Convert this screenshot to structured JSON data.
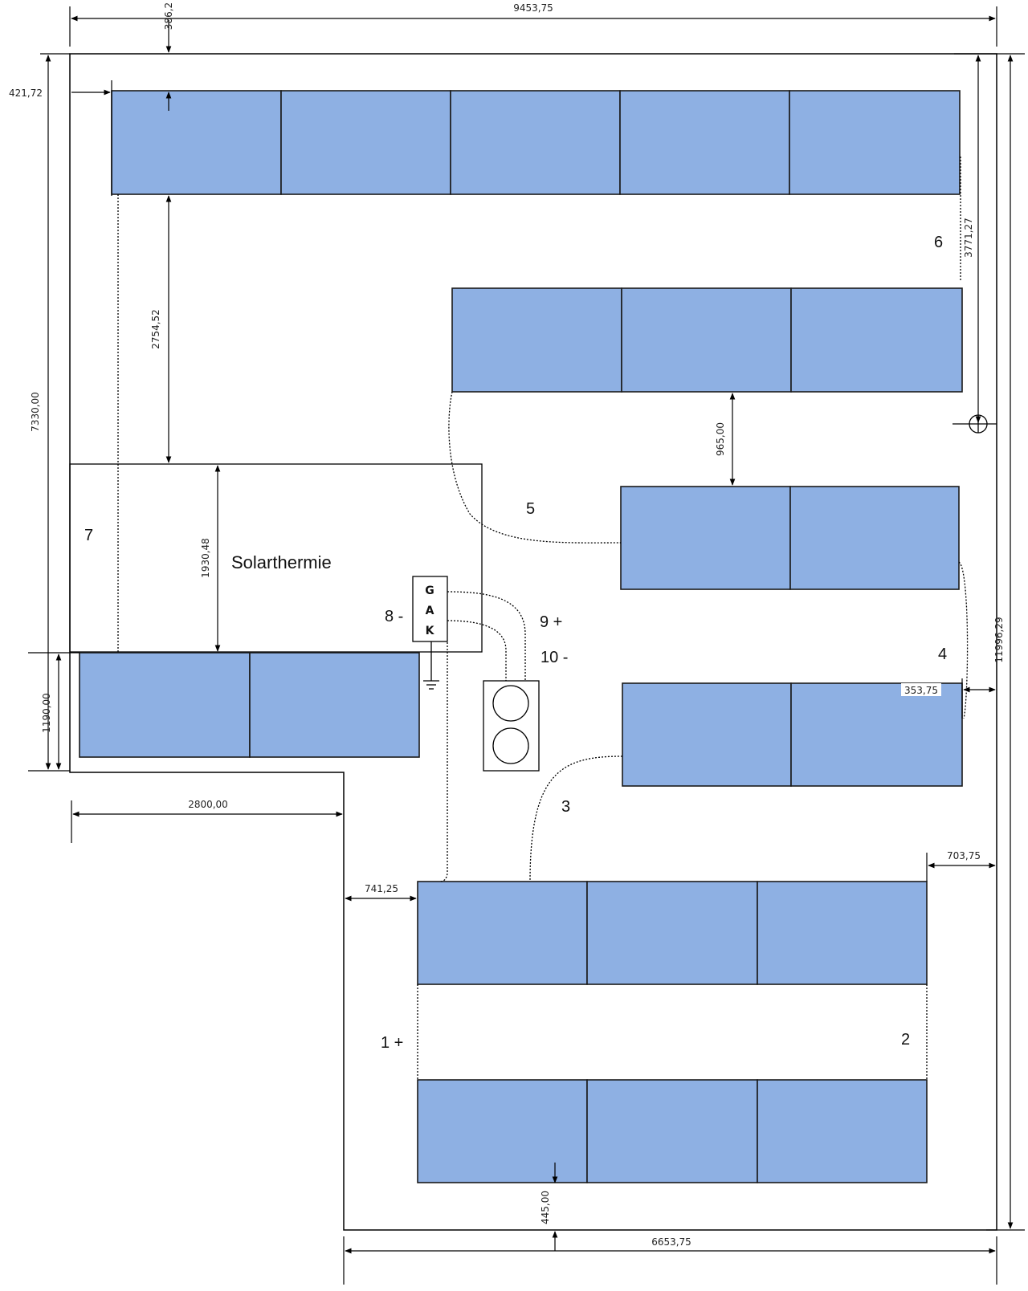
{
  "colors": {
    "panel_fill": "#8eb0e3",
    "panel_stroke": "#1a1a1a",
    "line": "#000000"
  },
  "dimensions": {
    "roof_width_top": "9453,75",
    "top_offset": "386,2",
    "left_offset": "421,72",
    "gap_row1_solar": "2754,52",
    "left_height": "7330,00",
    "solar_height": "1930,48",
    "right_height_upper": "3771,27",
    "total_height": "11996,29",
    "gap_rows": "965,00",
    "right_offset_row4": "353,75",
    "left_step_height": "1190,00",
    "step_width": "2800,00",
    "right_offset_row5": "703,75",
    "left_offset_row5": "741,25",
    "bottom_offset": "445,00",
    "bottom_width": "6653,75"
  },
  "labels": {
    "solar": "Solarthermie",
    "s1": "1 +",
    "s2": "2",
    "s3": "3",
    "s4": "4",
    "s5": "5",
    "s6": "6",
    "s7": "7",
    "s8": "8 -",
    "s9": "9 +",
    "s10": "10 -",
    "gak_g": "G",
    "gak_a": "A",
    "gak_k": "K"
  }
}
